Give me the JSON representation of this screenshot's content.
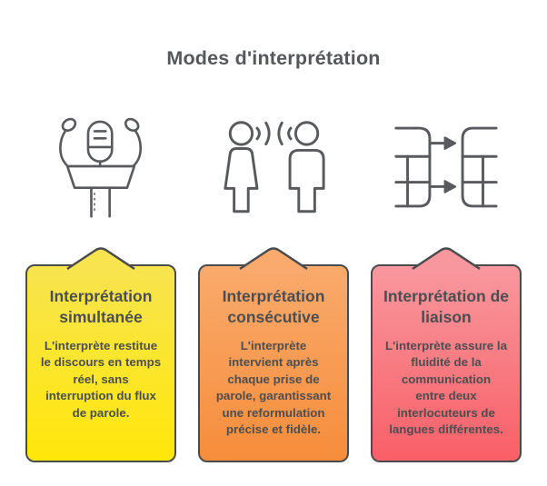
{
  "header": {
    "title": "Modes d'interprétation"
  },
  "colors": {
    "background": "#ffffff",
    "outline": "#4a4b4d",
    "heading": "#56575a",
    "text": "#4d4e51",
    "icon_stroke": "#595a5d"
  },
  "cards": [
    {
      "icon": "microphone-podium-icon",
      "title": "Interprétation simultanée",
      "description": "L'interprète restitue le discours en temps réel, sans interruption du flux de parole.",
      "color_top": "#f7e44f",
      "color_bottom": "#ffe70a"
    },
    {
      "icon": "two-people-talking-icon",
      "title": "Interprétation consécutive",
      "description": "L'interprète intervient après chaque prise de parole, garantissant une reformulation précise et fidèle.",
      "color_top": "#f9aa6c",
      "color_bottom": "#f68d3b"
    },
    {
      "icon": "translation-tables-icon",
      "title": "Interprétation de liaison",
      "description": "L'interprète assure la fluidité de la communication entre deux interlocuteurs de langues différentes.",
      "color_top": "#f8989e",
      "color_bottom": "#f95f67"
    }
  ]
}
